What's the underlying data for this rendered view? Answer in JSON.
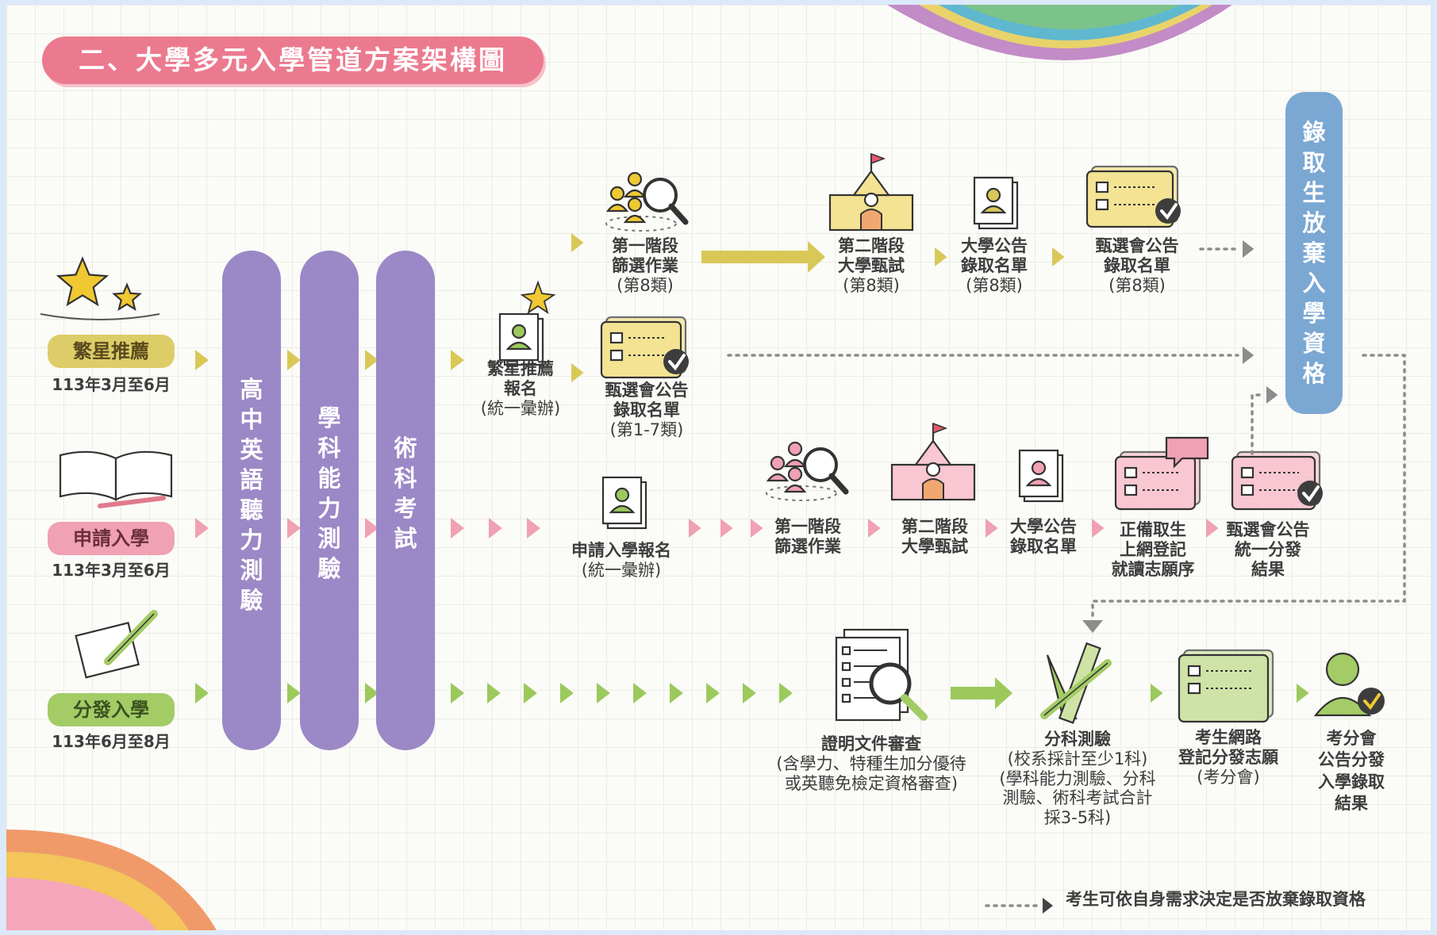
{
  "title": "二、大學多元入學管道方案架構圖",
  "channels": {
    "star": {
      "name": "繁星推薦",
      "period": "113年3月至6月"
    },
    "apply": {
      "name": "申請入學",
      "period": "113年3月至6月"
    },
    "placement": {
      "name": "分發入學",
      "period": "113年6月至8月"
    }
  },
  "exams": [
    {
      "chars": [
        "高",
        "中",
        "英",
        "語",
        "聽",
        "力",
        "測",
        "驗"
      ]
    },
    {
      "chars": [
        "學",
        "科",
        "能",
        "力",
        "測",
        "驗"
      ]
    },
    {
      "chars": [
        "術",
        "科",
        "考",
        "試"
      ]
    }
  ],
  "star_flow": {
    "register": {
      "lines": [
        "繁星推薦",
        "報名"
      ],
      "note": "(統一彙辦)"
    },
    "announce": {
      "lines": [
        "甄選會公告",
        "錄取名單"
      ],
      "note": "(第1-7類)"
    },
    "stage1": {
      "lines": [
        "第一階段",
        "篩選作業"
      ],
      "note": "(第8類)"
    },
    "stage2": {
      "lines": [
        "第二階段",
        "大學甄試"
      ],
      "note": "(第8類)"
    },
    "uni_announce": {
      "lines": [
        "大學公告",
        "錄取名單"
      ],
      "note": "(第8類)"
    },
    "final_announce": {
      "lines": [
        "甄選會公告",
        "錄取名單"
      ],
      "note": "(第8類)"
    }
  },
  "apply_flow": {
    "register": {
      "lines": [
        "申請入學報名"
      ],
      "note": "(統一彙辦)"
    },
    "stage1": {
      "lines": [
        "第一階段",
        "篩選作業"
      ]
    },
    "stage2": {
      "lines": [
        "第二階段",
        "大學甄試"
      ]
    },
    "uni_announce": {
      "lines": [
        "大學公告",
        "錄取名單"
      ]
    },
    "waitlist": {
      "lines": [
        "正備取生",
        "上網登記",
        "就讀志願序"
      ]
    },
    "distribution": {
      "lines": [
        "甄選會公告",
        "統一分發",
        "結果"
      ]
    }
  },
  "placement_flow": {
    "docs": {
      "lines": [
        "證明文件審查"
      ],
      "notes": [
        "(含學力、特種生加分優待",
        "或英聽免檢定資格審查)"
      ]
    },
    "subject_test": {
      "lines": [
        "分科測驗"
      ],
      "notes": [
        "(校系採計至少1科)",
        "(學科能力測驗、分科",
        "測驗、術科考試合計",
        "採3-5科)"
      ]
    },
    "online_register": {
      "lines": [
        "考生網路",
        "登記分發志願"
      ],
      "note": "(考分會)"
    },
    "result": {
      "lines": [
        "考分會",
        "公告分發",
        "入學錄取",
        "結果"
      ]
    }
  },
  "waiver": {
    "chars": [
      "錄",
      "取",
      "生",
      "放",
      "棄",
      "入",
      "學",
      "資",
      "格"
    ]
  },
  "legend": {
    "text": "考生可依自身需求決定是否放棄錄取資格"
  },
  "colors": {
    "purple": "#9b88c6",
    "yellow": "#d9c858",
    "pink": "#f0a1b3",
    "green": "#9cc95c",
    "blue": "#7ba7d3",
    "gray": "#8c8c8c",
    "title_pink": "#ec7a8f"
  }
}
